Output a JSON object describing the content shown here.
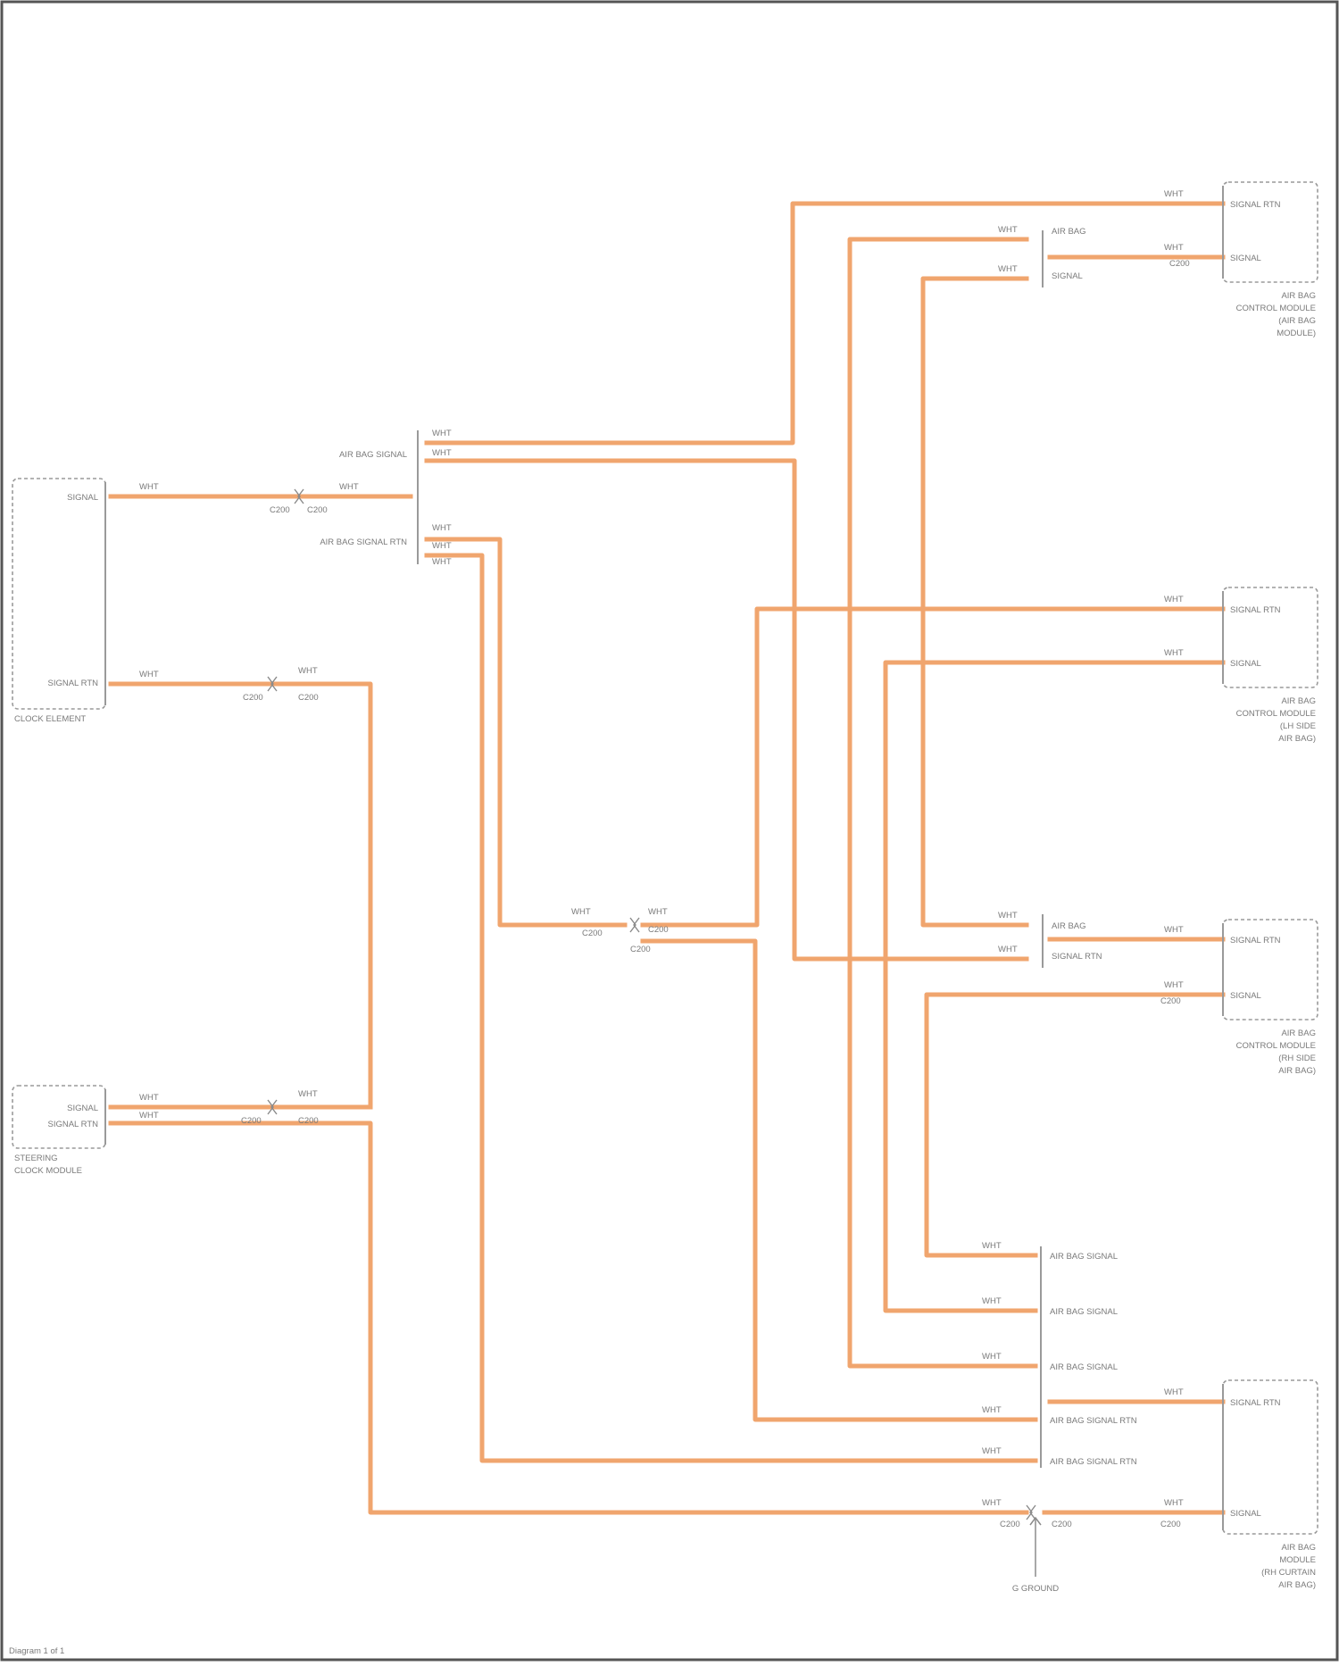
{
  "colors": {
    "wire": "#f0a56e",
    "text": "#7a7a7a",
    "frame": "#555555"
  },
  "components": {
    "left_top": {
      "pin1": "SIGNAL",
      "pin2": "SIGNAL RTN",
      "title": "CLOCK ELEMENT"
    },
    "left_mid": {
      "pin1": "SIGNAL",
      "pin2": "SIGNAL RTN",
      "title1": "STEERING",
      "title2": "CLOCK MODULE"
    },
    "right1": {
      "pin1": "SIGNAL RTN",
      "pin2": "SIGNAL",
      "title1": "AIR BAG",
      "title2": "CONTROL MODULE",
      "title3": "(AIR BAG",
      "title4": "MODULE)"
    },
    "right2": {
      "pin1": "SIGNAL RTN",
      "pin2": "SIGNAL",
      "title1": "AIR BAG",
      "title2": "CONTROL MODULE",
      "title3": "(LH SIDE",
      "title4": "AIR BAG)"
    },
    "right3": {
      "pin1": "SIGNAL RTN",
      "pin2": "SIGNAL",
      "title1": "AIR BAG",
      "title2": "CONTROL MODULE",
      "title3": "(RH SIDE",
      "title4": "AIR BAG)"
    },
    "right4": {
      "pin1": "SIGNAL RTN",
      "pin2": "SIGNAL",
      "title1": "AIR BAG",
      "title2": "MODULE",
      "title3": "(RH CURTAIN",
      "title4": "AIR BAG)"
    }
  },
  "splices": {
    "top": {
      "label1": "AIR BAG SIGNAL",
      "label2": "AIR BAG SIGNAL RTN"
    },
    "mid": {
      "label1": "AIR BAG",
      "label2": "SIGNAL"
    },
    "bottom": {
      "label1": "AIR BAG",
      "label2": "SIGNAL RTN"
    },
    "lower": {
      "l1": "AIR BAG SIGNAL",
      "l2": "AIR BAG SIGNAL",
      "l3": "AIR BAG SIGNAL",
      "l4": "AIR BAG SIGNAL RTN",
      "l5": "AIR BAG SIGNAL RTN"
    },
    "rhs": {
      "label1": "AIR BAG",
      "label2": "SIGNAL RTN"
    }
  },
  "wire_labels": {
    "w1": "WHT",
    "w2": "WHT",
    "w3": "WHT",
    "w4": "WHT",
    "w5": "WHT",
    "w6": "WHT",
    "w7": "WHT",
    "w8": "WHT",
    "w9": "WHT",
    "w10": "WHT",
    "w11": "WHT",
    "w12": "WHT",
    "w13": "WHT",
    "w14": "WHT",
    "w15": "WHT",
    "w16": "WHT",
    "w17": "WHT",
    "w18": "WHT",
    "w19": "WHT",
    "w20": "WHT",
    "w21": "WHT",
    "w22": "WHT",
    "w23": "WHT",
    "w24": "WHT",
    "w25": "WHT",
    "w26": "WHT",
    "w27": "WHT",
    "w28": "WHT",
    "w29": "WHT",
    "w30": "WHT",
    "w31": "WHT",
    "w32": "WHT"
  },
  "connector_labels": {
    "c1": "C200",
    "c2": "C200",
    "c3": "C200",
    "c4": "C200",
    "c5": "C200",
    "c6": "C200",
    "c7": "C200",
    "c8": "C200",
    "c9": "C200",
    "c10": "C200",
    "c11": "C200",
    "c12": "C200",
    "c13": "C200",
    "c14": "C200"
  },
  "ground_label": "G GROUND",
  "footer": "Diagram 1 of 1"
}
